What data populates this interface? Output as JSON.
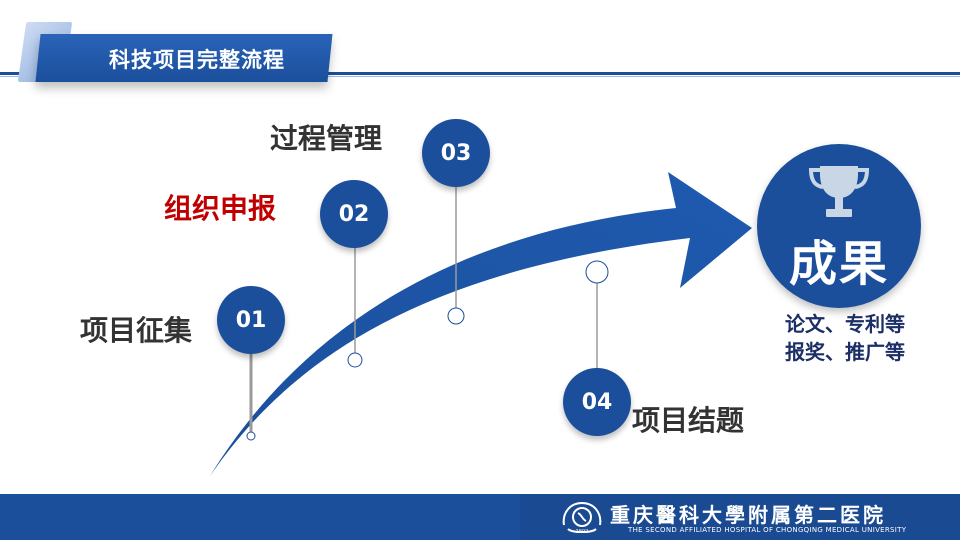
{
  "header": {
    "title": "科技项目完整流程"
  },
  "steps": [
    {
      "number": "01",
      "label": "项目征集",
      "highlight": false
    },
    {
      "number": "02",
      "label": "组织申报",
      "highlight": true
    },
    {
      "number": "03",
      "label": "过程管理",
      "highlight": false
    },
    {
      "number": "04",
      "label": "项目结题",
      "highlight": false
    }
  ],
  "result": {
    "label": "成果",
    "detail_line1": "论文、专利等",
    "detail_line2": "报奖、推广等",
    "icon": "trophy-icon"
  },
  "footer": {
    "name_cn": "重庆醫科大學附属第二医院",
    "name_en": "THE SECOND AFFILIATED HOSPITAL OF CHONGQING MEDICAL UNIVERSITY",
    "emblem_text": "1892"
  },
  "colors": {
    "primary": "#1b4f9c",
    "highlight": "#c00000",
    "text": "#333333"
  }
}
